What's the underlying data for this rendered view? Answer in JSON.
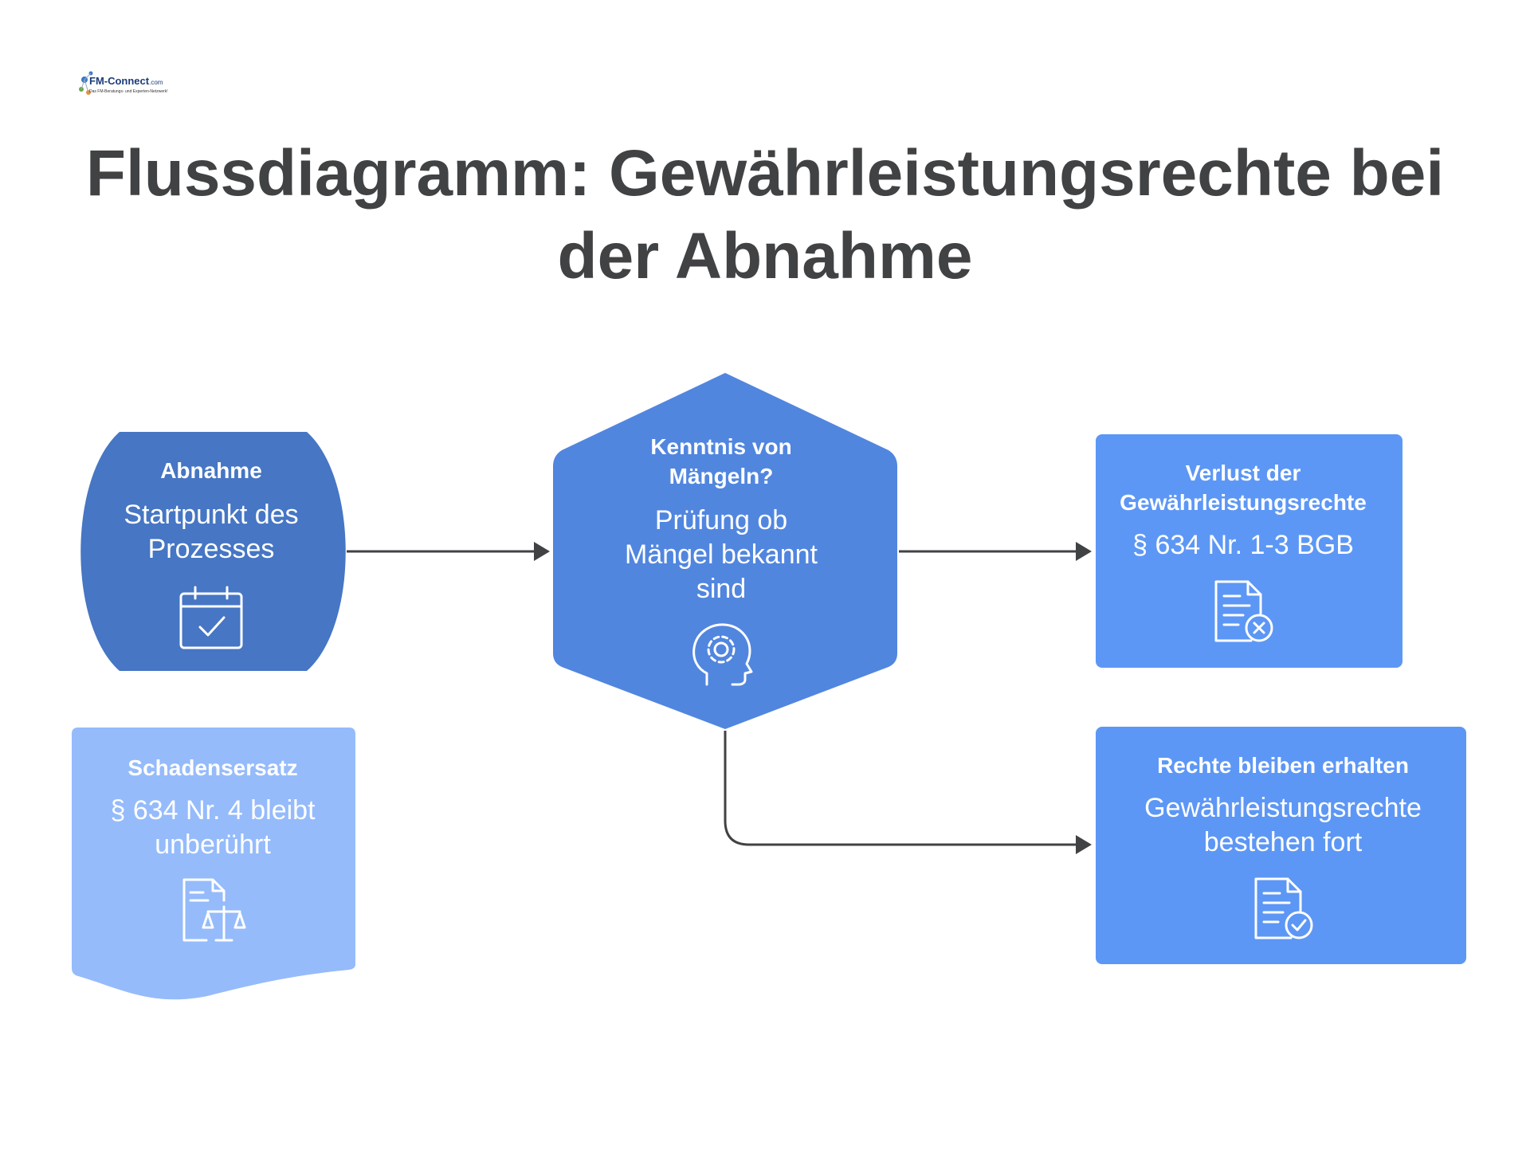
{
  "logo": {
    "name": "FM-Connect",
    "suffix": ".com",
    "tagline": "Das FM-Beratungs- und Experten-Netzwerk!"
  },
  "title": "Flussdiagramm: Gewährleistungsrechte bei der Abnahme",
  "colors": {
    "start": "#4676c4",
    "decision": "#5186df",
    "outcome": "#5d97f5",
    "side": "#95bbfb",
    "connector": "#404244",
    "title": "#404244"
  },
  "nodes": {
    "abnahme": {
      "title": "Abnahme",
      "text": "Startpunkt des Prozesses",
      "icon": "calendar-check-icon"
    },
    "kenntnis": {
      "title": "Kenntnis von Mängeln?",
      "text": "Prüfung ob Mängel bekannt sind",
      "icon": "head-gear-icon"
    },
    "verlust": {
      "title": "Verlust der Gewährleistungsrechte",
      "text": "§ 634 Nr. 1-3 BGB",
      "icon": "document-cross-icon"
    },
    "rechte": {
      "title": "Rechte bleiben erhalten",
      "text": "Gewährleistungsrechte bestehen fort",
      "icon": "document-check-icon"
    },
    "schaden": {
      "title": "Schadensersatz",
      "text": "§ 634 Nr. 4 bleibt unberührt",
      "icon": "document-scales-icon"
    }
  },
  "edges": [
    {
      "from": "abnahme",
      "to": "kenntnis"
    },
    {
      "from": "kenntnis",
      "to": "verlust"
    },
    {
      "from": "kenntnis",
      "to": "rechte"
    }
  ]
}
